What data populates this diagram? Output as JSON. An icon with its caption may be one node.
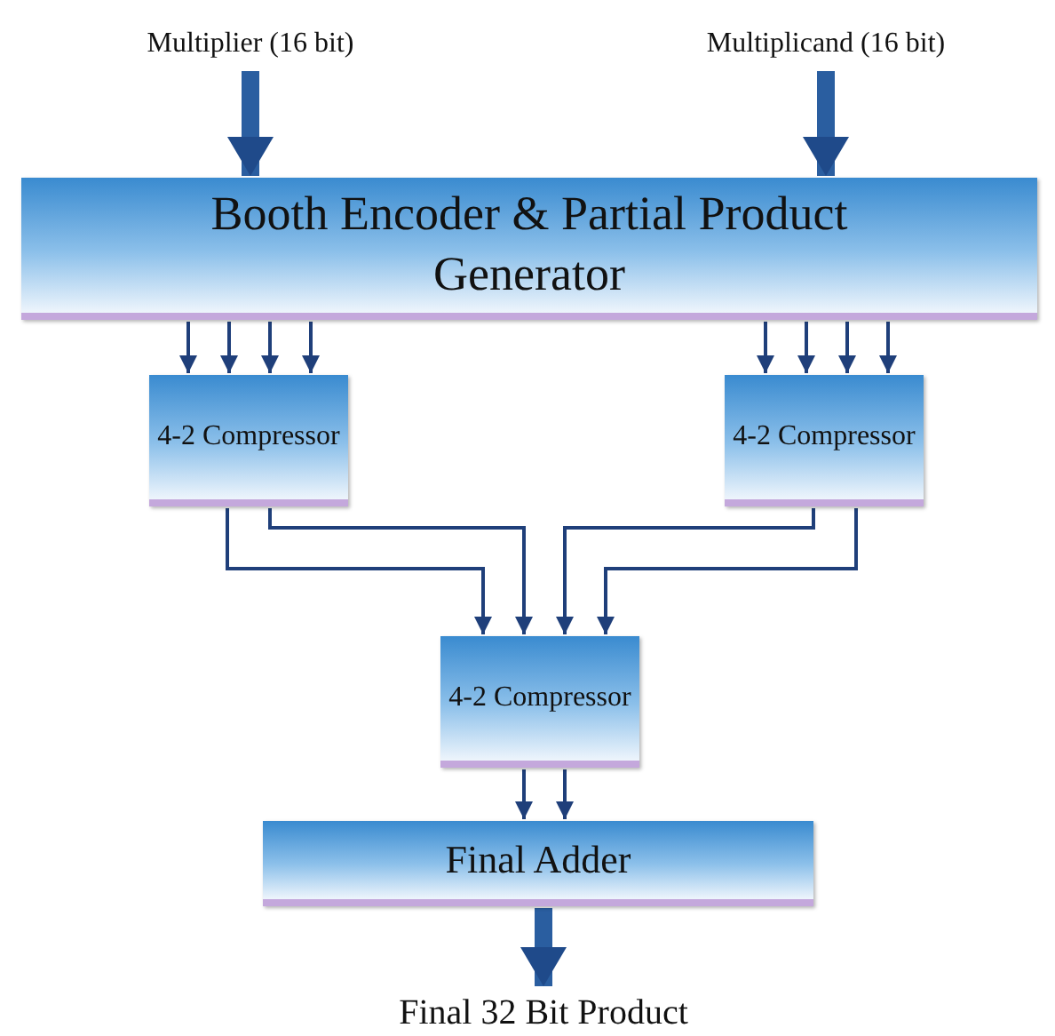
{
  "diagram": {
    "nodes": [
      {
        "text": [
          "Multiplier (16 bit)"
        ]
      },
      {
        "text": [
          "Multiplicand (16 bit)"
        ]
      },
      {
        "text": [
          "Booth Encoder & Partial Product Generator"
        ]
      },
      {
        "text": [
          "4-2 Compressor"
        ]
      },
      {
        "text": [
          "4-2 Compressor"
        ]
      },
      {
        "text": [
          "4-2 Compressor"
        ]
      },
      {
        "text": [
          "Final Adder"
        ]
      },
      {
        "text": [
          "Final 32 Bit Product"
        ]
      }
    ],
    "edges": [
      {
        "from": 0,
        "to": 2,
        "arrow": "to",
        "style": "thick"
      },
      {
        "from": 1,
        "to": 2,
        "arrow": "to",
        "style": "thick"
      },
      {
        "from": 2,
        "to": 3,
        "arrow": "to"
      },
      {
        "from": 2,
        "to": 3,
        "arrow": "to"
      },
      {
        "from": 2,
        "to": 3,
        "arrow": "to"
      },
      {
        "from": 2,
        "to": 3,
        "arrow": "to"
      },
      {
        "from": 2,
        "to": 4,
        "arrow": "to"
      },
      {
        "from": 2,
        "to": 4,
        "arrow": "to"
      },
      {
        "from": 2,
        "to": 4,
        "arrow": "to"
      },
      {
        "from": 2,
        "to": 4,
        "arrow": "to"
      },
      {
        "from": 3,
        "to": 5,
        "arrow": "to"
      },
      {
        "from": 3,
        "to": 5,
        "arrow": "to"
      },
      {
        "from": 4,
        "to": 5,
        "arrow": "to"
      },
      {
        "from": 4,
        "to": 5,
        "arrow": "to"
      },
      {
        "from": 5,
        "to": 6,
        "arrow": "to"
      },
      {
        "from": 5,
        "to": 6,
        "arrow": "to"
      },
      {
        "from": 6,
        "to": 7,
        "arrow": "to",
        "style": "thick"
      }
    ]
  }
}
